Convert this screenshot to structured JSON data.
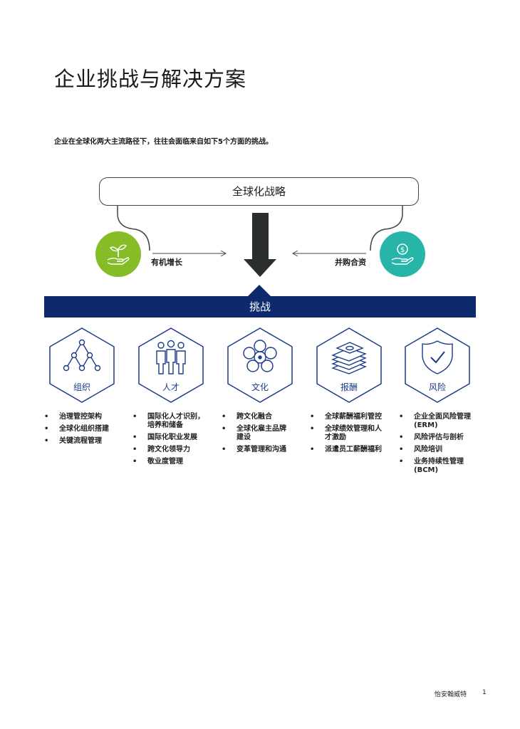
{
  "title": "企业挑战与解决方案",
  "intro": "企业在全球化两大主流路径下，往往会面临来自如下5个方面的挑战。",
  "strategy": "全球化战略",
  "paths": {
    "left": "有机增长",
    "right": "并购合资"
  },
  "banner": "挑战",
  "colors": {
    "green": "#86bc25",
    "teal": "#26b5a8",
    "navy": "#0d2a6e",
    "hex_blue": "#1a3a8a"
  },
  "icons": [
    "plant-hand-icon",
    "coin-hand-icon",
    "org-chart-icon",
    "people-icon",
    "flower-icon",
    "money-stack-icon",
    "shield-check-icon"
  ],
  "challenges": [
    {
      "label": "组织",
      "items": [
        "治理管控架构",
        "全球化组织搭建",
        "关键流程管理"
      ]
    },
    {
      "label": "人才",
      "items": [
        "国际化人才识别，培养和储备",
        "国际化职业发展",
        "跨文化领导力",
        "敬业度管理"
      ]
    },
    {
      "label": "文化",
      "items": [
        "跨文化融合",
        "全球化雇主品牌建设",
        "变革管理和沟通"
      ]
    },
    {
      "label": "报酬",
      "items": [
        "全球薪酬福利管控",
        "全球绩效管理和人才激励",
        "派遣员工薪酬福利"
      ]
    },
    {
      "label": "风险",
      "items": [
        "企业全面风险管理(ERM)",
        "风险评估与剖析",
        "风险培训",
        "业务持续性管理(BCM)"
      ]
    }
  ],
  "footer": {
    "name": "怡安翰威特",
    "page": "1"
  }
}
